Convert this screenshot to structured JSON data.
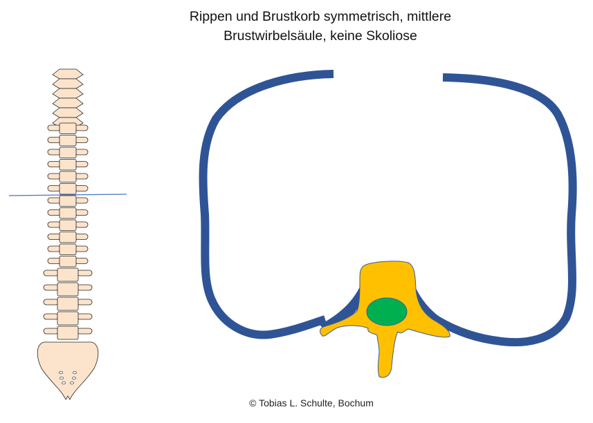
{
  "title": {
    "line1": "Rippen und Brustkorb symmetrisch, mittlere",
    "line2": "Brustwirbelsäule, keine Skoliose"
  },
  "copyright": "© Tobias L. Schulte,  Bochum",
  "colors": {
    "rib": "#2F5496",
    "vertebra": "#FFC000",
    "spinal_canal": "#00B050",
    "bone": "#FCE4CC",
    "level_line": "#4472C4"
  }
}
